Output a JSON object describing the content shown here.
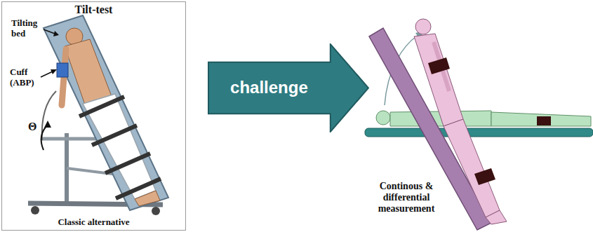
{
  "diagram": {
    "nodes": [
      {
        "text": [
          "Tilt-test",
          "Classic alternative"
        ]
      },
      {
        "text": [
          "challenge"
        ]
      }
    ],
    "labels": [
      "Tilting bed",
      "Cuff (ABP)",
      "Θ",
      "Continous & differential measurement"
    ]
  }
}
